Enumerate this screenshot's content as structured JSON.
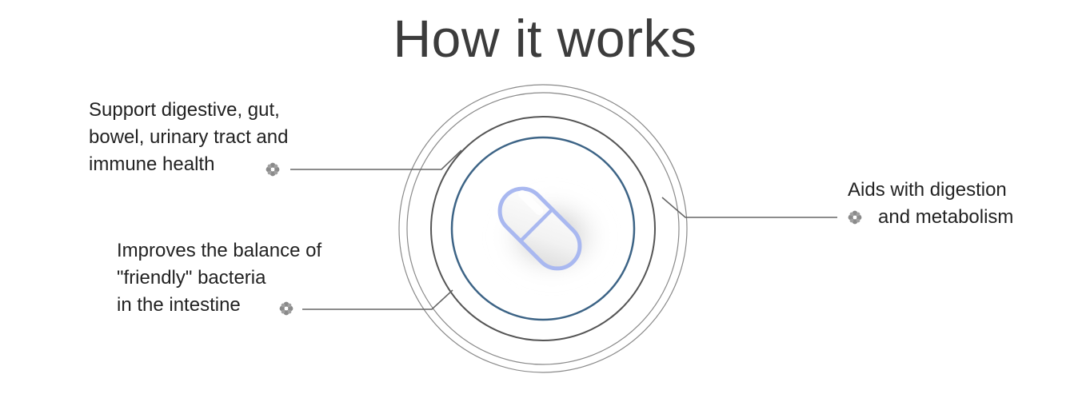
{
  "title": "How it works",
  "benefits": [
    {
      "lines": [
        "Support digestive, gut,",
        "bowel, urinary tract and",
        "immune health"
      ]
    },
    {
      "lines": [
        "Improves the balance of",
        "\"friendly\" bacteria",
        "in the intestine"
      ]
    },
    {
      "lines": [
        "Aids with digestion",
        "and metabolism"
      ]
    }
  ],
  "colors": {
    "text": "#222222",
    "title": "#3c3c3c",
    "ring_dark": "#555555",
    "ring_light": "#888888",
    "ring_inner": "#3d6486",
    "capsule_outline": "#a9b8f0",
    "connector": "#666666"
  },
  "icons": [
    "flower-bullet-icon",
    "pill-capsule-icon"
  ]
}
